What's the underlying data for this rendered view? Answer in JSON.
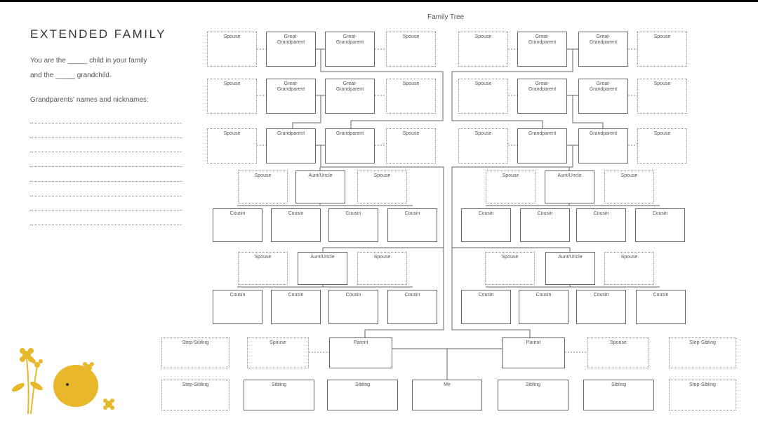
{
  "left_panel": {
    "heading": "EXTENDED FAMILY",
    "line1": "You are the _____ child in your family",
    "line2": "and the _____ grandchild.",
    "line3": "Grandparents' names and nicknames:",
    "blank_line_count": 8
  },
  "tree": {
    "title": "Family Tree",
    "boxes": [
      "Spouse",
      "Great-Grandparent",
      "Great-Grandparent",
      "Spouse",
      "Spouse",
      "Great-Grandparent",
      "Great-Grandparent",
      "Spouse",
      "Spouse",
      "Great-Grandparent",
      "Great-Grandparent",
      "Spouse",
      "Spouse",
      "Great-Grandparent",
      "Great-Grandparent",
      "Spouse",
      "Spouse",
      "Grandparent",
      "Grandparent",
      "Spouse",
      "Spouse",
      "Grandparent",
      "Grandparent",
      "Spouse",
      "Spouse",
      "Aunt/Uncle",
      "Spouse",
      "Spouse",
      "Aunt/Uncle",
      "Spouse",
      "Cousin",
      "Cousin",
      "Cousin",
      "Cousin",
      "Cousin",
      "Cousin",
      "Cousin",
      "Cousin",
      "Spouse",
      "Aunt/Uncle",
      "Spouse",
      "Spouse",
      "Aunt/Uncle",
      "Spouse",
      "Cousin",
      "Cousin",
      "Cousin",
      "Cousin",
      "Cousin",
      "Cousin",
      "Cousin",
      "Cousin",
      "Step-Sibling",
      "Spouse",
      "Parent",
      "Parent",
      "Spouse",
      "Step-Sibling",
      "Step-Sibling",
      "Sibling",
      "Sibling",
      "Me",
      "Sibling",
      "Sibling",
      "Step-Sibling"
    ]
  },
  "colors": {
    "illustration": "#e8b82a",
    "line": "#666666"
  }
}
